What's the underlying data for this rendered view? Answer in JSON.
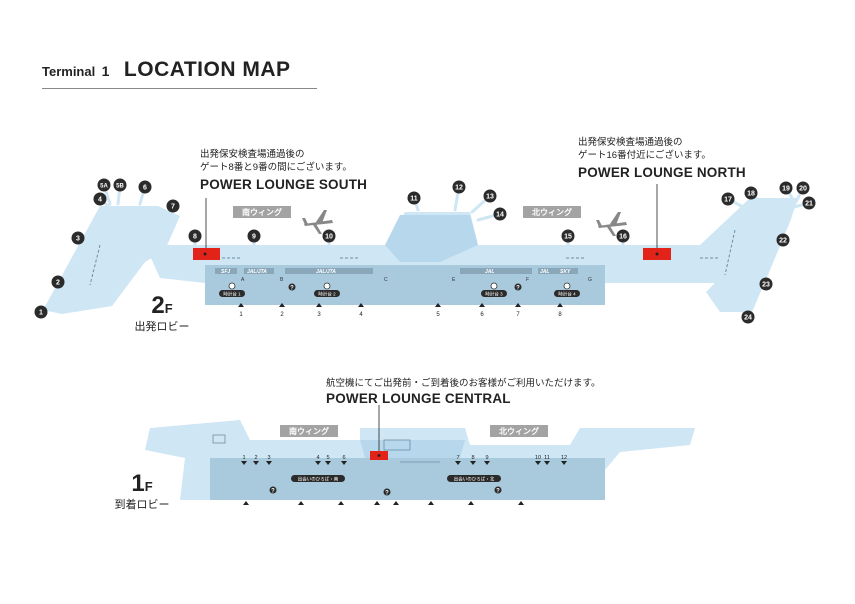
{
  "header": {
    "terminal": "Terminal",
    "terminal_no": "1",
    "title": "LOCATION MAP"
  },
  "floor2": {
    "floor_no": "2",
    "floor_unit": "F",
    "floor_name": "出発ロビー",
    "south": {
      "note1": "出発保安検査場通過後の",
      "note2": "ゲート8番と9番の間にございます。",
      "name": "POWER LOUNGE SOUTH"
    },
    "north": {
      "note1": "出発保安検査場通過後の",
      "note2": "ゲート16番付近にございます。",
      "name": "POWER LOUNGE NORTH"
    },
    "wing_south": "南ウィング",
    "wing_north": "北ウィング",
    "gates": [
      "1",
      "2",
      "3",
      "4",
      "5A",
      "5B",
      "6",
      "7",
      "8",
      "9",
      "10",
      "11",
      "12",
      "13",
      "14",
      "15",
      "16",
      "17",
      "18",
      "19",
      "20",
      "21",
      "22",
      "23",
      "24"
    ],
    "counters": [
      "SFJ",
      "JAL/JTA",
      "JAL/JTA",
      "JAL",
      "JAL",
      "SKY"
    ],
    "counter_letters": [
      "A",
      "B",
      "C",
      "E",
      "F",
      "G"
    ],
    "exits": [
      "1",
      "2",
      "3",
      "4",
      "5",
      "6",
      "7",
      "8"
    ],
    "info": [
      "時計台 1",
      "時計台 2",
      "時計台 3",
      "時計台 4"
    ]
  },
  "floor1": {
    "floor_no": "1",
    "floor_unit": "F",
    "floor_name": "到着ロビー",
    "central": {
      "note": "航空機にてご出発前・ご到着後のお客様がご利用いただけます。",
      "name": "POWER LOUNGE CENTRAL"
    },
    "wing_south": "南ウィング",
    "wing_north": "北ウィング",
    "exits": [
      "1",
      "2",
      "3",
      "4",
      "5",
      "6",
      "7",
      "8",
      "9",
      "10",
      "11",
      "12"
    ],
    "meeting": [
      "出会いのひろば・南",
      "出会いのひろば・北"
    ]
  },
  "colors": {
    "terminal_light": "#cfe6f4",
    "building": "#b7d8ec",
    "lobby": "#a9c9dc",
    "wing_tag": "#a3a3a3",
    "lounge_red": "#e2231a",
    "gate_badge": "#2b2b2b"
  },
  "icons": [
    "airplane-icon",
    "question-icon",
    "clock-icon"
  ]
}
